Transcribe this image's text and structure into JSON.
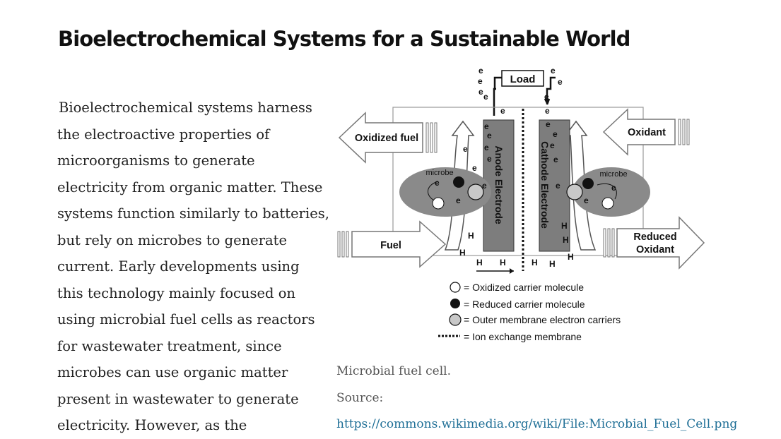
{
  "article": {
    "title": "Bioelectrochemical Systems for a Sustainable World",
    "body": "Bioelectrochemical systems harness the electroactive properties of microorganisms to generate electricity from organic matter. These systems function similarly to batteries, but rely on microbes to generate current. Early developments using this technology mainly focused on using microbial fuel cells as reactors for wastewater treatment, since microbes can use organic matter present in wastewater to generate electricity. However, as the"
  },
  "figure": {
    "load_label": "Load",
    "oxidized_fuel_label": "Oxidized fuel",
    "fuel_label": "Fuel",
    "oxidant_label": "Oxidant",
    "reduced_oxidant_label_line1": "Reduced",
    "reduced_oxidant_label_line2": "Oxidant",
    "anode_label": "Anode Electrode",
    "cathode_label": "Cathode Electrode",
    "microbe_label": "microbe",
    "electron_symbol": "e",
    "proton_symbol": "H",
    "legend": [
      "= Oxidized carrier molecule",
      "= Reduced carrier molecule",
      "= Outer membrane electron carriers",
      "= Ion exchange membrane"
    ]
  },
  "caption": {
    "text": "Microbial fuel cell.",
    "source_prefix": "Source: ",
    "source_link": "https://commons.wikimedia.org/wiki/File:Microbial_Fuel_Cell.png"
  }
}
